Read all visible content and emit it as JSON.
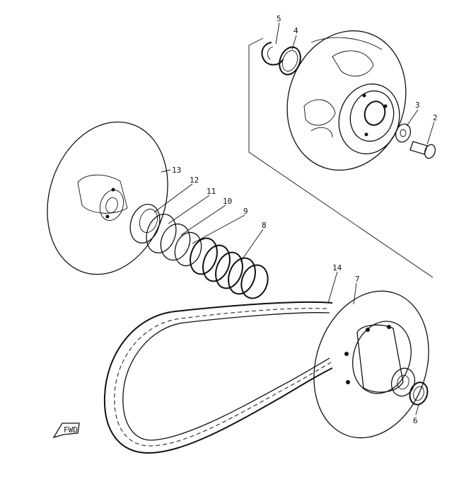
{
  "callouts": {
    "p2": "2",
    "p3": "3",
    "p4": "4",
    "p5": "5",
    "p6": "6",
    "p7": "7",
    "p8": "8",
    "p9": "9",
    "p10": "10",
    "p11": "11",
    "p12": "12",
    "p13": "13",
    "p14": "14"
  },
  "front_arrow": {
    "label": "FWD"
  }
}
